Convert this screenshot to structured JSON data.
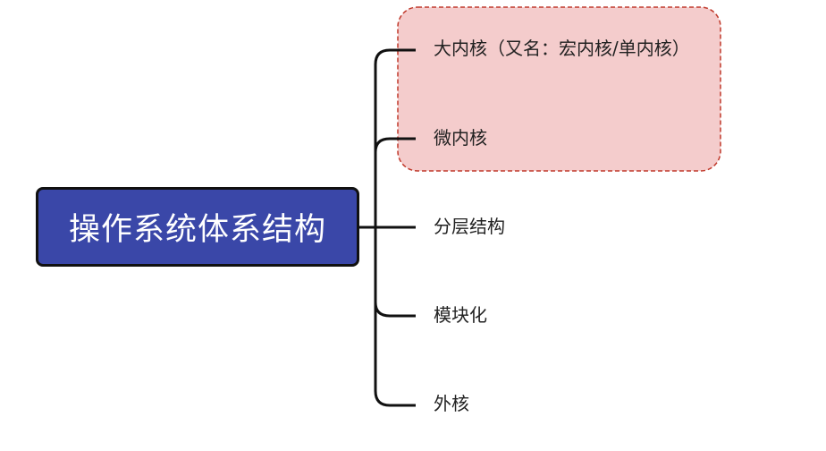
{
  "root": {
    "label": "操作系统体系结构"
  },
  "branches": [
    {
      "label": "大内核（又名：宏内核/单内核）",
      "highlighted": true
    },
    {
      "label": "微内核",
      "highlighted": true
    },
    {
      "label": "分层结构",
      "highlighted": false
    },
    {
      "label": "模块化",
      "highlighted": false
    },
    {
      "label": "外核",
      "highlighted": false
    }
  ],
  "colors": {
    "root_fill": "#3a47a8",
    "root_border": "#111111",
    "root_text": "#ffffff",
    "connector": "#111111",
    "highlight_fill": "#f4cccc",
    "highlight_border": "#c0392b",
    "branch_text": "#222222"
  }
}
